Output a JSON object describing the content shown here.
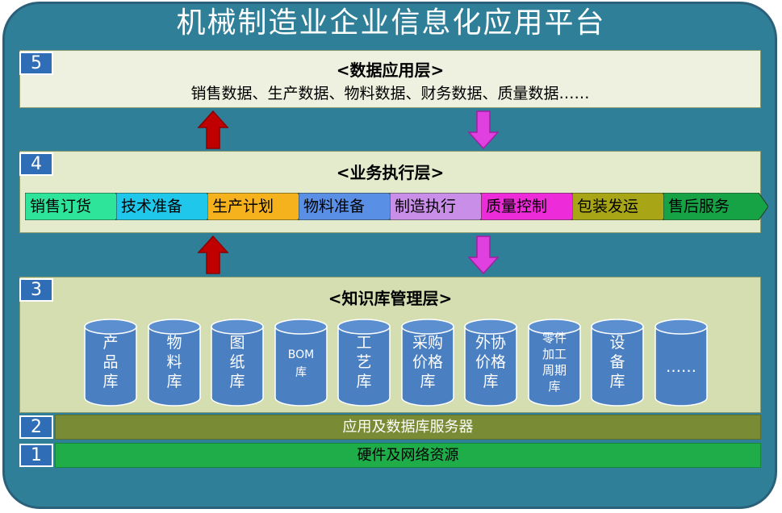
{
  "title": "机械制造业企业信息化应用平台",
  "layers": {
    "data_app": {
      "number": "5",
      "title": "<数据应用层>",
      "subtitle": "销售数据、生产数据、物料数据、财务数据、质量数据……"
    },
    "business": {
      "number": "4",
      "title": "<业务执行层>"
    },
    "knowledge": {
      "number": "3",
      "title": "<知识库管理层>"
    },
    "server": {
      "number": "2",
      "label": "应用及数据库服务器"
    },
    "hardware": {
      "number": "1",
      "label": "硬件及网络资源"
    }
  },
  "process_steps": [
    {
      "label": "销售订货",
      "color": "#2ee39a"
    },
    {
      "label": "技术准备",
      "color": "#1fc7ea"
    },
    {
      "label": "生产计划",
      "color": "#f5b21d"
    },
    {
      "label": "物料准备",
      "color": "#5a8fe6"
    },
    {
      "label": "制造执行",
      "color": "#c98fe8"
    },
    {
      "label": "质量控制",
      "color": "#ee2bd9"
    },
    {
      "label": "包装发运",
      "color": "#a8a517"
    },
    {
      "label": "售后服务",
      "color": "#16a346"
    }
  ],
  "databases": [
    {
      "label": "产\n品\n库"
    },
    {
      "label": "物\n料\n库"
    },
    {
      "label": "图\n纸\n库"
    },
    {
      "label": "BOM\n库"
    },
    {
      "label": "工\n艺\n库"
    },
    {
      "label": "采购\n价格\n库"
    },
    {
      "label": "外协\n价格\n库"
    },
    {
      "label": "零件\n加工\n周期\n库"
    },
    {
      "label": "设\n备\n库"
    },
    {
      "label": "……"
    }
  ],
  "colors": {
    "up_arrow": "#c00000",
    "down_arrow": "#e040e0",
    "cylinder": "#4a7fc1"
  }
}
